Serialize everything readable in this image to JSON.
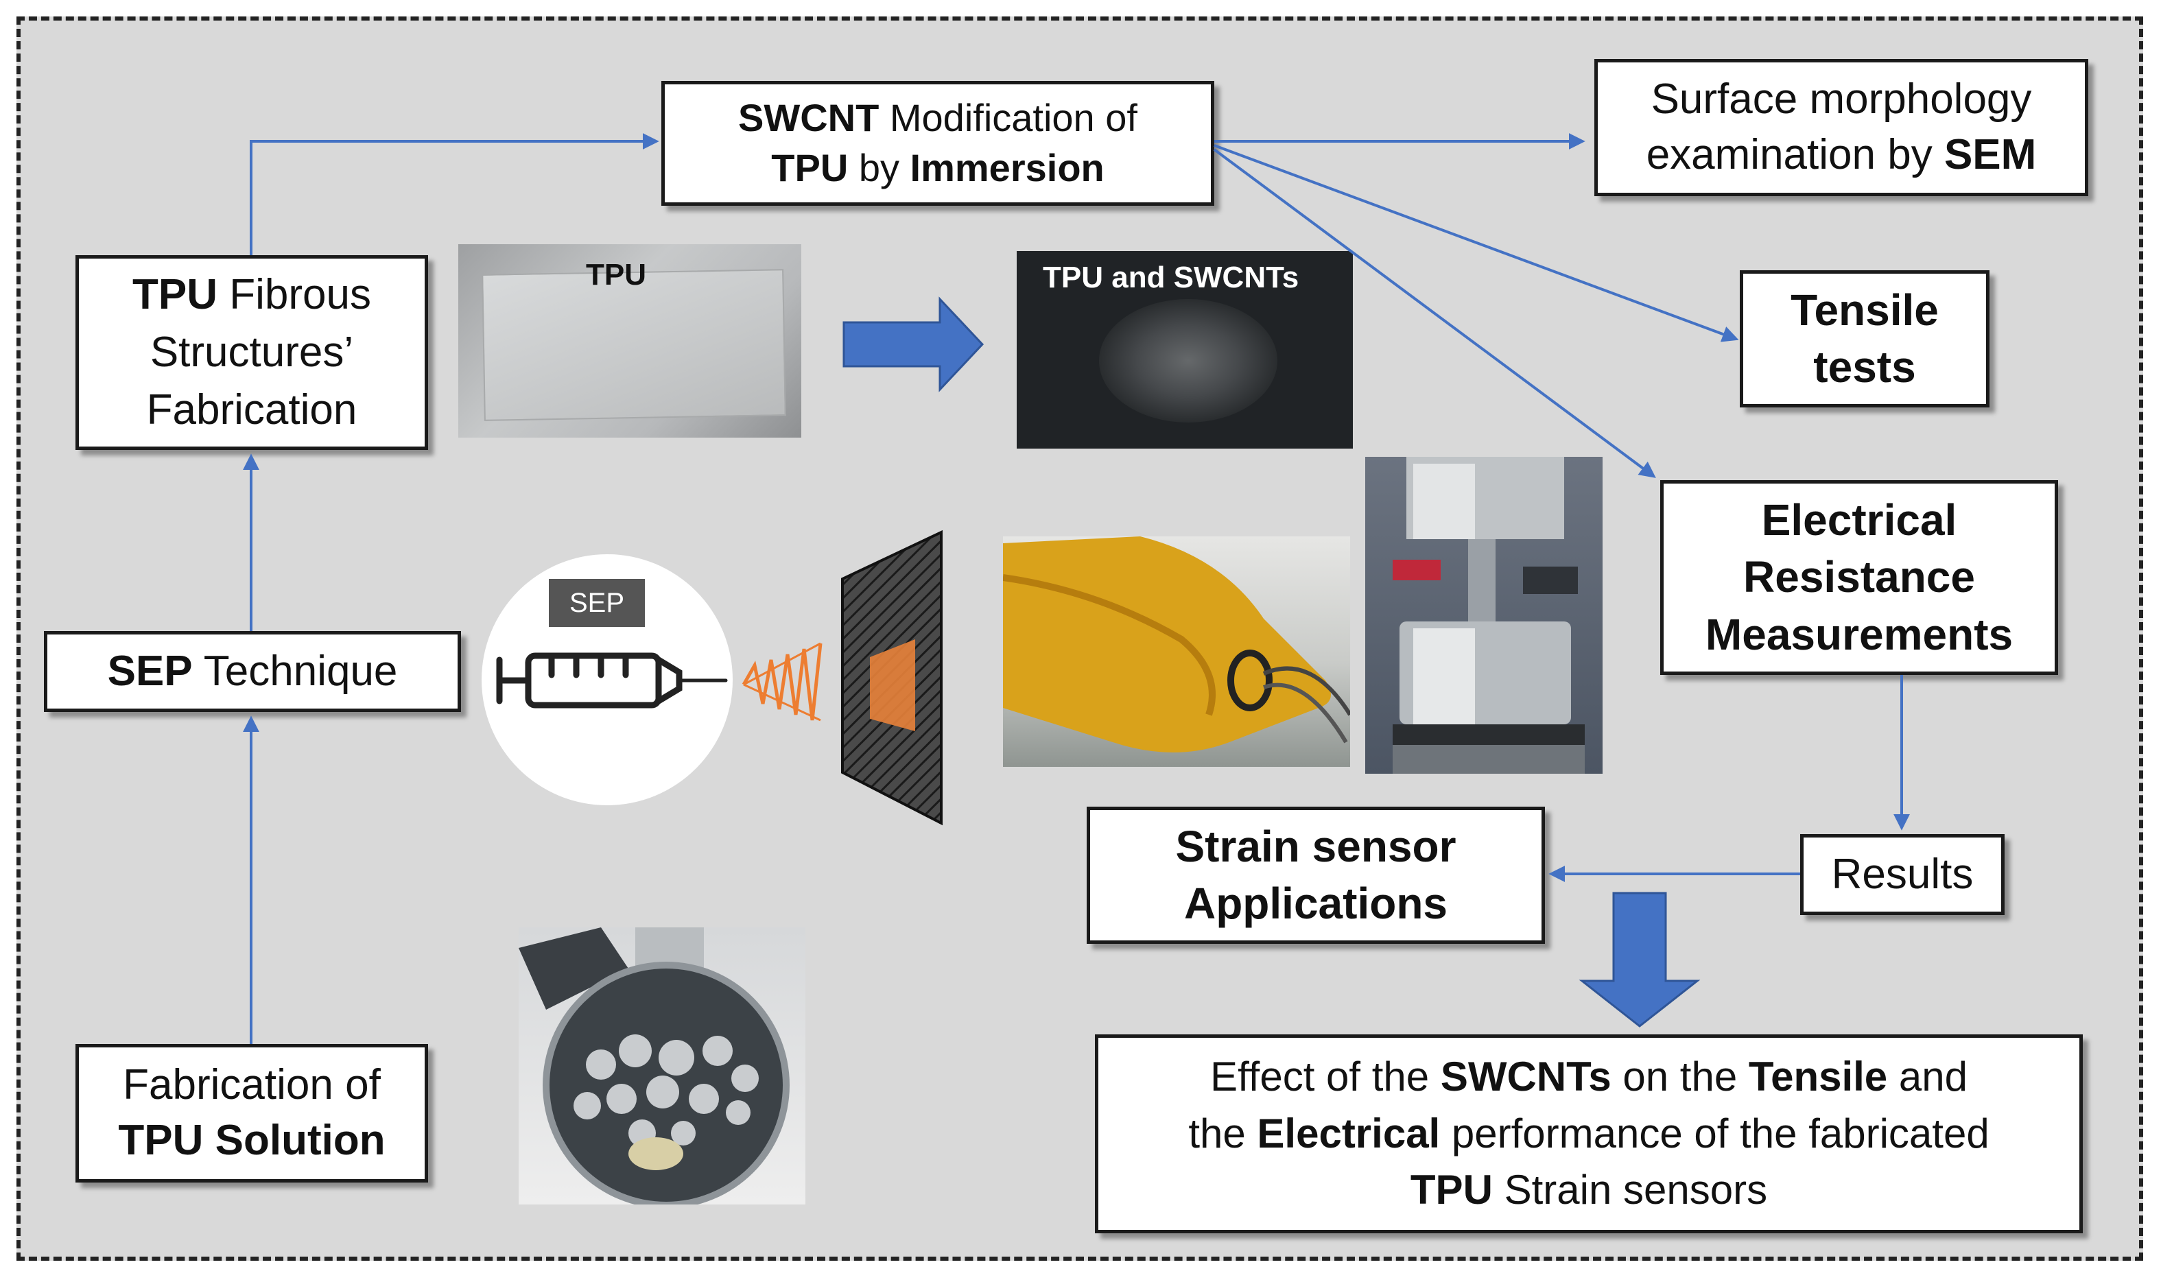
{
  "boxes": {
    "swcnt_modification": {
      "bold1": "SWCNT",
      "text1": " Modification of",
      "bold2": "TPU",
      "text2": " by ",
      "bold3": "Immersion"
    },
    "surface_morphology": {
      "line1": "Surface morphology",
      "text2": "examination  by ",
      "bold2": "SEM"
    },
    "tensile_tests": {
      "line1": "Tensile",
      "line2": "tests"
    },
    "tpu_fibrous": {
      "bold1": "TPU",
      "text1": " Fibrous",
      "line2": "Structures’",
      "line3": "Fabrication"
    },
    "electrical_resistance": {
      "line1": "Electrical",
      "line2": "Resistance",
      "line3": "Measurements"
    },
    "sep_technique": {
      "bold1": "SEP",
      "text1": " Technique"
    },
    "results": {
      "label": "Results"
    },
    "strain_sensor": {
      "line1": "Strain sensor",
      "line2": "Applications"
    },
    "fabrication_solution": {
      "line1": "Fabrication  of",
      "bold2": "TPU Solution"
    },
    "effect": {
      "l1a": "Effect of the ",
      "l1b": "SWCNTs",
      "l1c": " on the ",
      "l1d": "Tensile",
      "l1e": " and",
      "l2a": "the ",
      "l2b": "Electrical",
      "l2c": " performance of the fabricated",
      "l3a": "TPU",
      "l3b": " Strain sensors"
    }
  },
  "photos": {
    "tpu_label": "TPU",
    "tpu_swcnt_label": "TPU and SWCNTs",
    "sep_icon_label": "SEP"
  },
  "colors": {
    "arrow": "#4472c4",
    "block_arrow": "#4472c4",
    "spark": "#ed7d31",
    "background": "#d9d9d9"
  }
}
